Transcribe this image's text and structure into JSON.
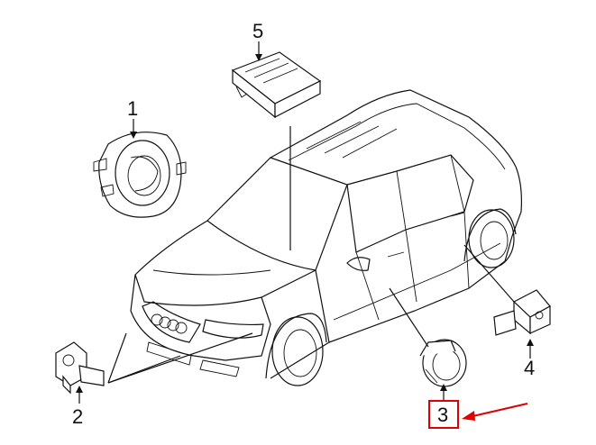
{
  "callouts": [
    {
      "id": "1",
      "text": "1"
    },
    {
      "id": "2",
      "text": "2"
    },
    {
      "id": "3",
      "text": "3"
    },
    {
      "id": "4",
      "text": "4"
    },
    {
      "id": "5",
      "text": "5"
    }
  ],
  "highlight": {
    "callout": "3",
    "color": "#e00000"
  },
  "line_color": "#111111"
}
